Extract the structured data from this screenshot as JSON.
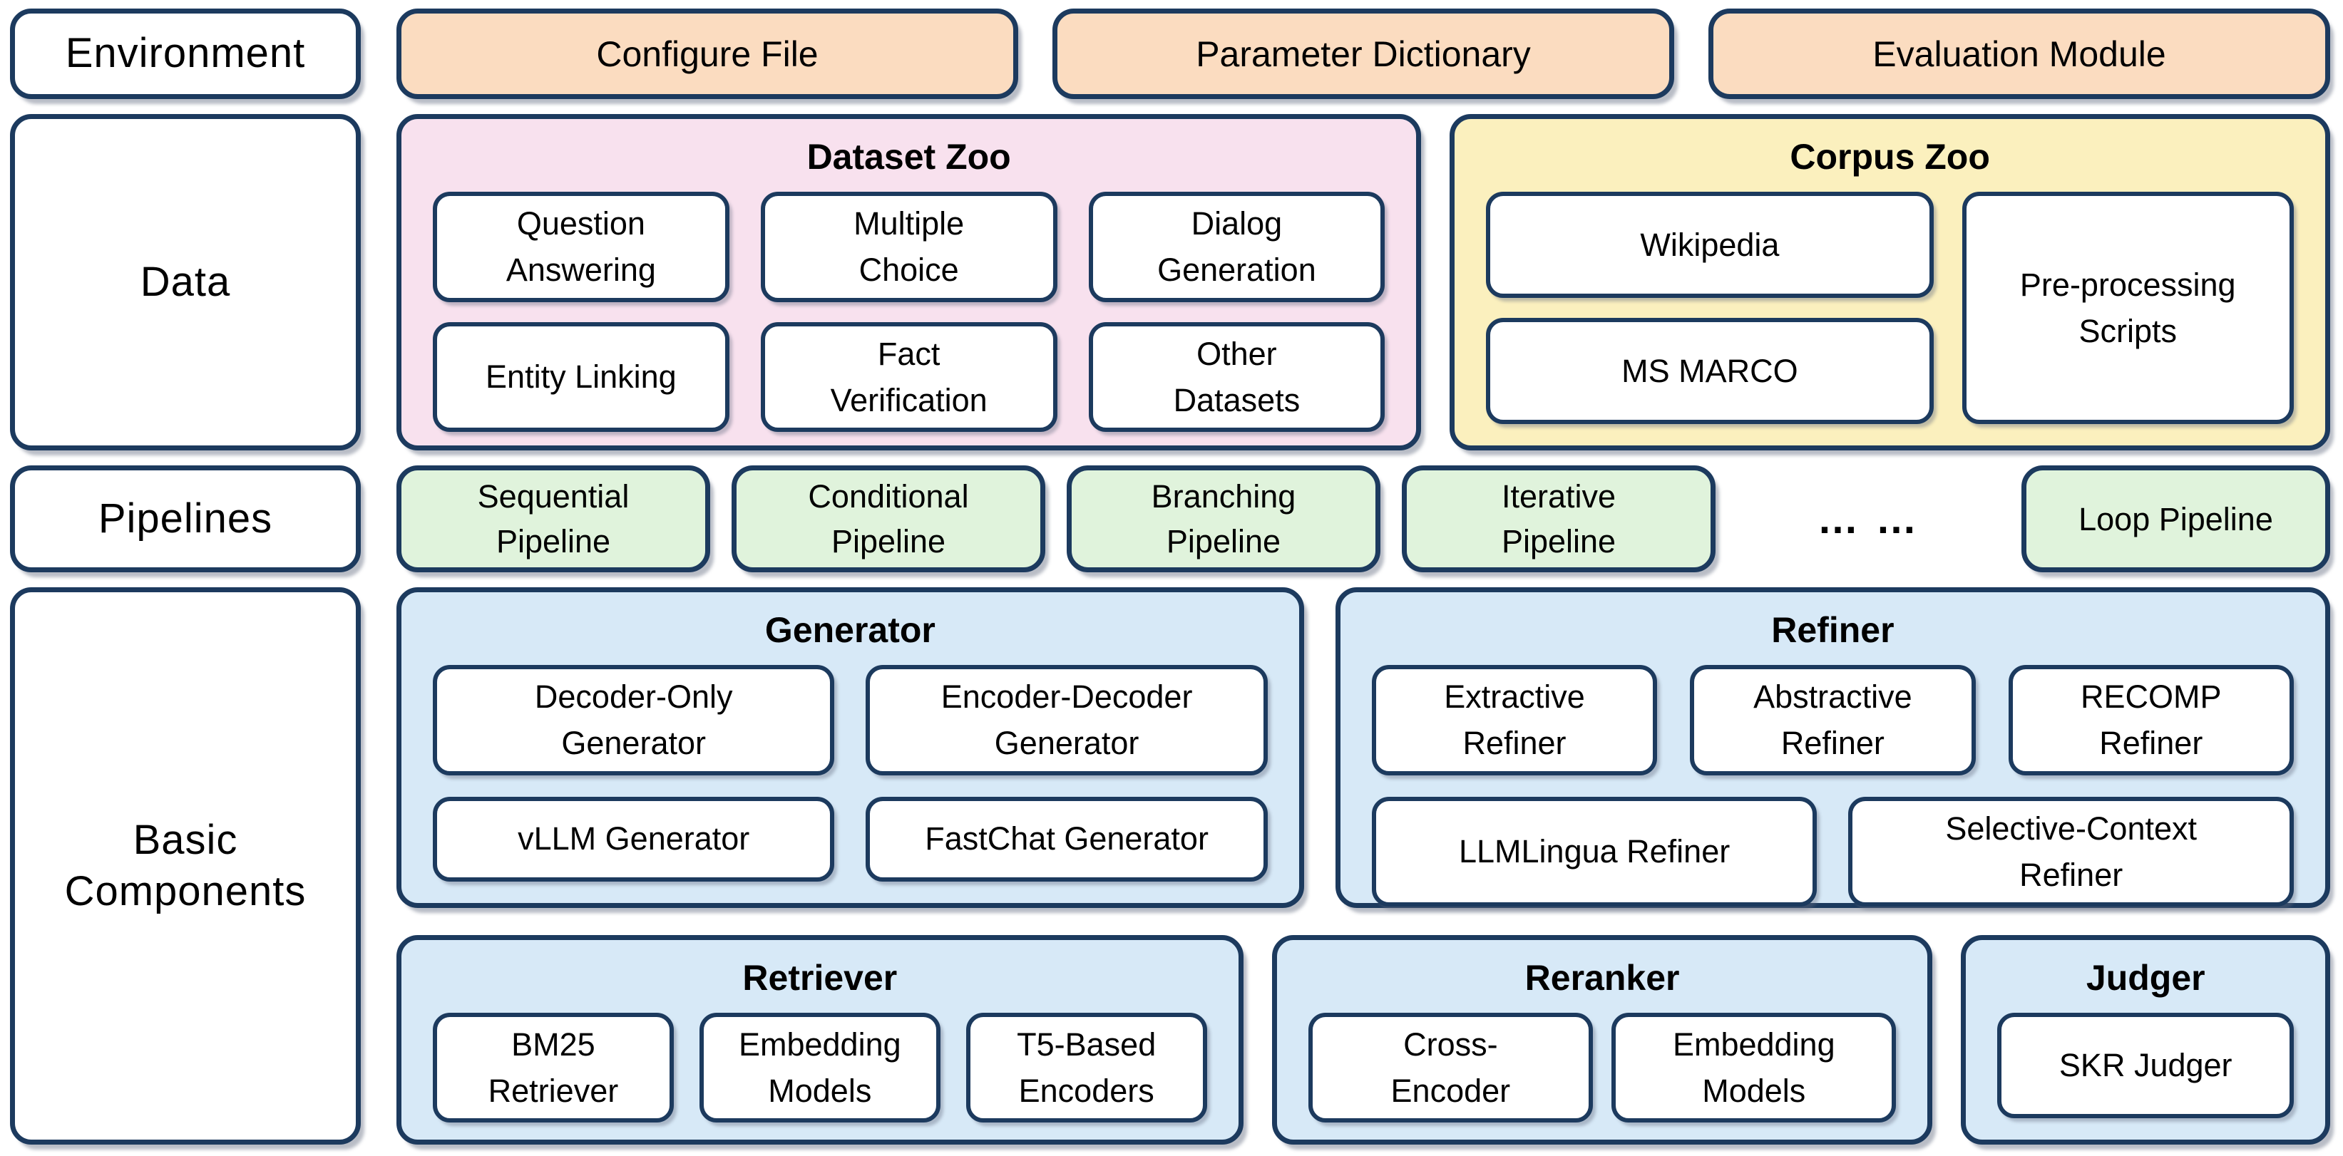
{
  "palette": {
    "border": "#1c3a5e",
    "orange": "#fbdcc0",
    "pink": "#f8e1ee",
    "yellow": "#fbf0be",
    "green": "#e0f3dc",
    "blue": "#d7e9f7",
    "text": "#000000"
  },
  "environment_row": {
    "label": "Environment",
    "items": [
      "Configure File",
      "Parameter Dictionary",
      "Evaluation Module"
    ]
  },
  "data_row": {
    "label": "Data",
    "dataset_zoo": {
      "title": "Dataset Zoo",
      "items": [
        "Question\nAnswering",
        "Multiple\nChoice",
        "Dialog\nGeneration",
        "Entity Linking",
        "Fact\nVerification",
        "Other\nDatasets"
      ]
    },
    "corpus_zoo": {
      "title": "Corpus Zoo",
      "stack_items": [
        "Wikipedia",
        "MS MARCO"
      ],
      "side_item": "Pre-processing\nScripts"
    }
  },
  "pipelines_row": {
    "label": "Pipelines",
    "items": [
      "Sequential\nPipeline",
      "Conditional\nPipeline",
      "Branching\nPipeline",
      "Iterative\nPipeline"
    ],
    "ellipsis": "… …",
    "loop_item": "Loop Pipeline"
  },
  "components_row": {
    "label": "Basic\nComponents",
    "generator": {
      "title": "Generator",
      "items": [
        "Decoder-Only\nGenerator",
        "Encoder-Decoder\nGenerator",
        "vLLM Generator",
        "FastChat Generator"
      ]
    },
    "refiner": {
      "title": "Refiner",
      "top_items": [
        "Extractive\nRefiner",
        "Abstractive\nRefiner",
        "RECOMP\nRefiner"
      ],
      "bottom_items": [
        "LLMLingua Refiner",
        "Selective-Context\nRefiner"
      ]
    },
    "retriever": {
      "title": "Retriever",
      "items": [
        "BM25\nRetriever",
        "Embedding\nModels",
        "T5-Based\nEncoders"
      ]
    },
    "reranker": {
      "title": "Reranker",
      "items": [
        "Cross-\nEncoder",
        "Embedding\nModels"
      ]
    },
    "judger": {
      "title": "Judger",
      "items": [
        "SKR Judger"
      ]
    }
  }
}
